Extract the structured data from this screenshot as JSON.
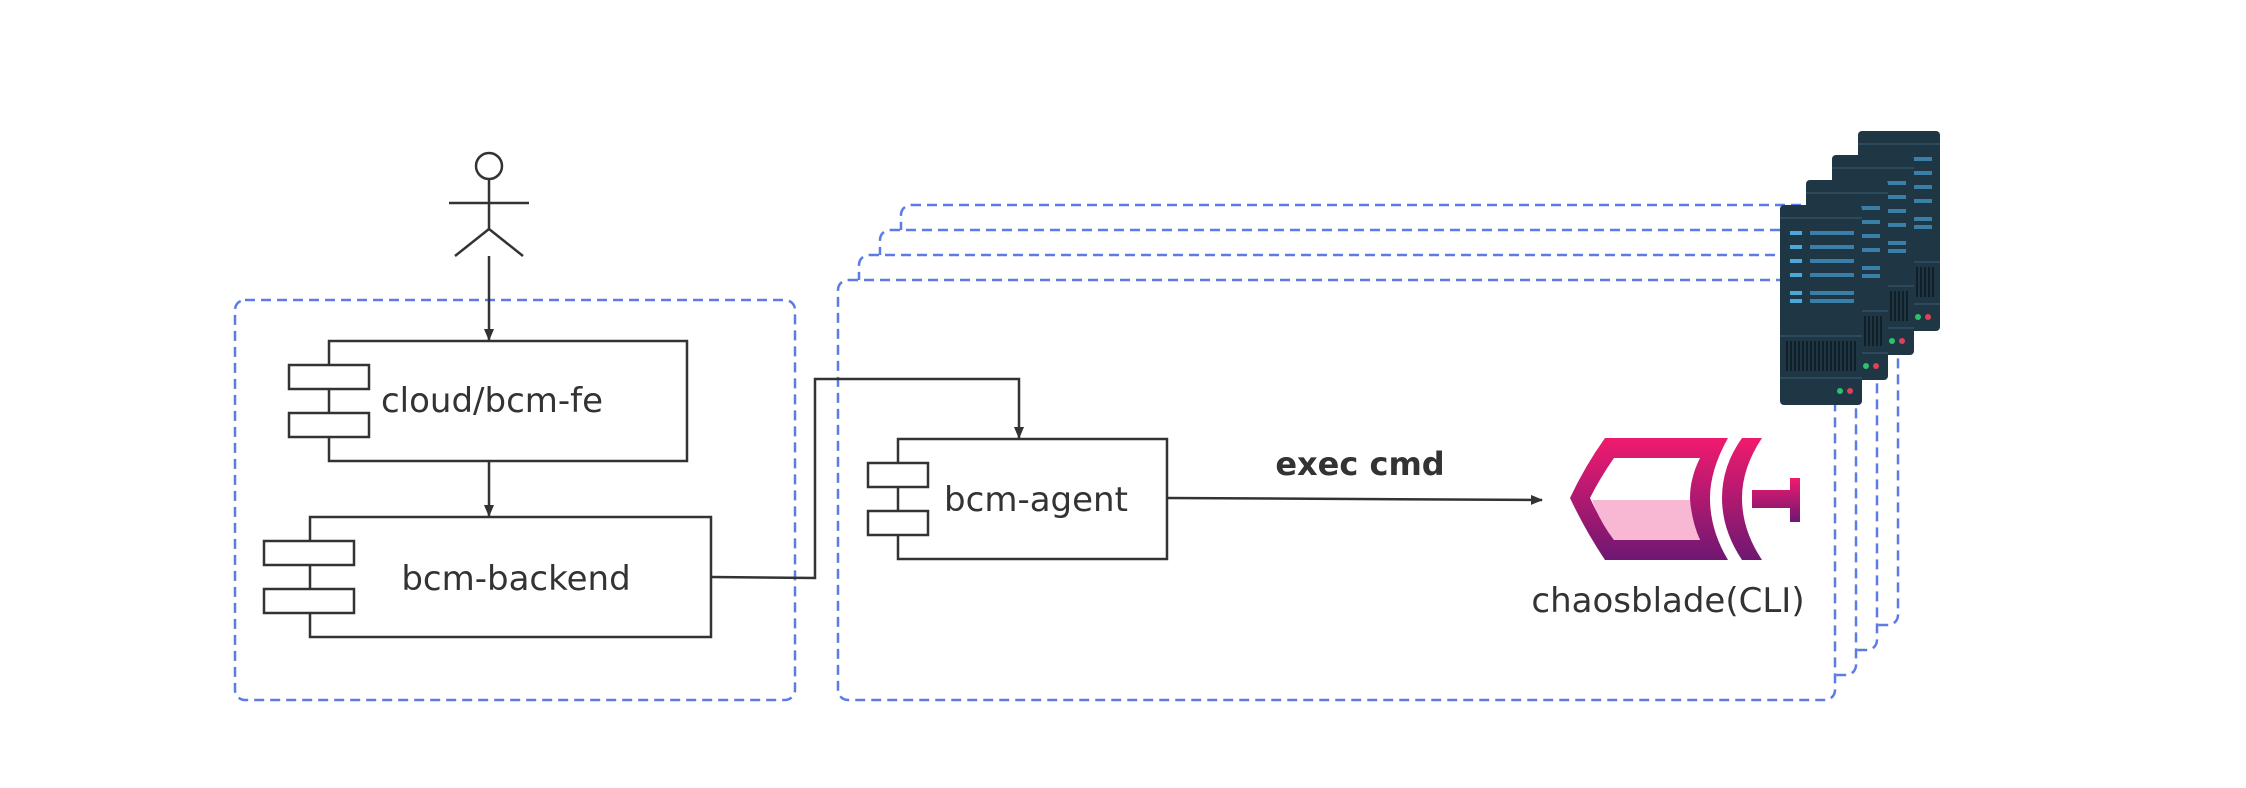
{
  "components": {
    "fe": "cloud/bcm-fe",
    "backend": "bcm-backend",
    "agent": "bcm-agent"
  },
  "edges": {
    "agent_to_cli": "exec cmd"
  },
  "tool": {
    "label": "chaosblade(CLI)",
    "icon": "chaosblade-logo-icon"
  },
  "actor": {
    "icon": "user-actor-icon"
  },
  "servers": {
    "icon": "server-rack-icon"
  },
  "colors": {
    "dashed_border": "#5b7be6",
    "line": "#333333",
    "server_dark": "#1f3644",
    "server_accent": "#4da8d8",
    "logo_pink": "#e6176e",
    "logo_purple": "#7a1572",
    "logo_fill": "#f8b7d2"
  }
}
